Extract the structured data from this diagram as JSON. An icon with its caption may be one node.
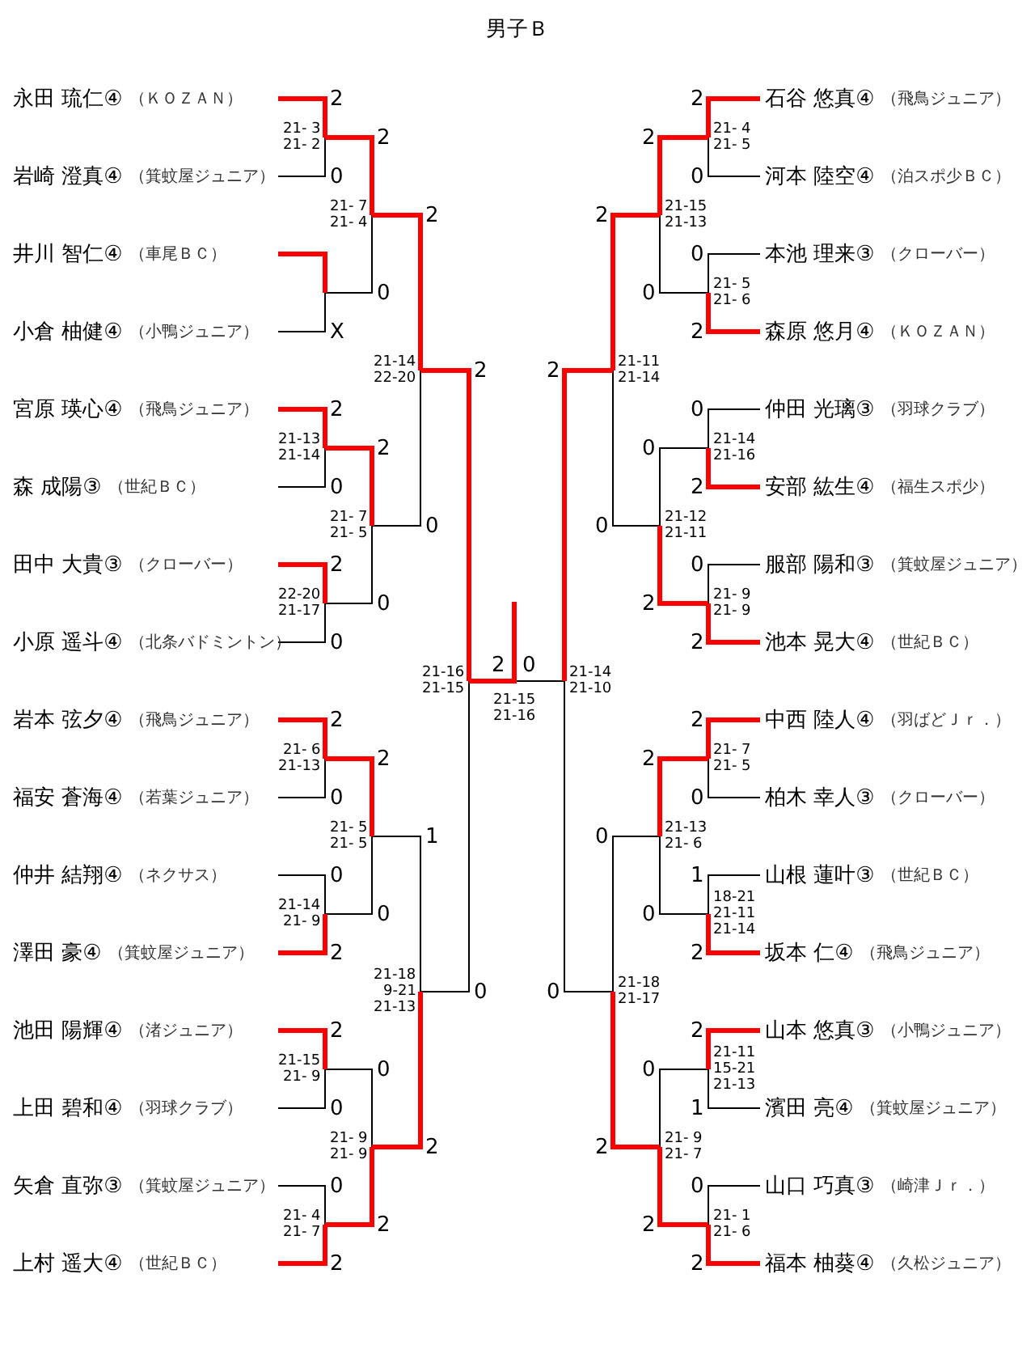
{
  "diagram": {
    "title": "男子Ｂ",
    "nodes": [
      {
        "text": [
          "永田 琉仁④",
          "（ＫＯＺＡＮ）"
        ]
      },
      {
        "text": [
          "岩崎 澄真④",
          "（箕蚊屋ジュニア）"
        ]
      },
      {
        "text": [
          "井川 智仁④",
          "（車尾ＢＣ）"
        ]
      },
      {
        "text": [
          "小倉 柚健④",
          "（小鴨ジュニア）"
        ]
      },
      {
        "text": [
          "宮原 瑛心④",
          "（飛鳥ジュニア）"
        ]
      },
      {
        "text": [
          "森 成陽③",
          "（世紀ＢＣ）"
        ]
      },
      {
        "text": [
          "田中 大貴③",
          "（クローバー）"
        ]
      },
      {
        "text": [
          "小原 遥斗④",
          "（北条バドミントン）"
        ]
      },
      {
        "text": [
          "岩本 弦夕④",
          "（飛鳥ジュニア）"
        ]
      },
      {
        "text": [
          "福安 蒼海④",
          "（若葉ジュニア）"
        ]
      },
      {
        "text": [
          "仲井 結翔④",
          "（ネクサス）"
        ]
      },
      {
        "text": [
          "澤田 豪④",
          "（箕蚊屋ジュニア）"
        ]
      },
      {
        "text": [
          "池田 陽輝④",
          "（渚ジュニア）"
        ]
      },
      {
        "text": [
          "上田 碧和④",
          "（羽球クラブ）"
        ]
      },
      {
        "text": [
          "矢倉 直弥③",
          "（箕蚊屋ジュニア）"
        ]
      },
      {
        "text": [
          "上村 遥大④",
          "（世紀ＢＣ）"
        ]
      },
      {
        "text": [
          "石谷 悠真④",
          "（飛鳥ジュニア）"
        ]
      },
      {
        "text": [
          "河本 陸空④",
          "（泊スポ少ＢＣ）"
        ]
      },
      {
        "text": [
          "本池 理来③",
          "（クローバー）"
        ]
      },
      {
        "text": [
          "森原 悠月④",
          "（ＫＯＺＡＮ）"
        ]
      },
      {
        "text": [
          "仲田 光璃③",
          "（羽球クラブ）"
        ]
      },
      {
        "text": [
          "安部 紘生④",
          "（福生スポ少）"
        ]
      },
      {
        "text": [
          "服部 陽和③",
          "（箕蚊屋ジュニア）"
        ]
      },
      {
        "text": [
          "池本 晃大④",
          "（世紀ＢＣ）"
        ]
      },
      {
        "text": [
          "中西 陸人④",
          "（羽ばどＪｒ．）"
        ]
      },
      {
        "text": [
          "柏木 幸人③",
          "（クローバー）"
        ]
      },
      {
        "text": [
          "山根 蓮叶③",
          "（世紀ＢＣ）"
        ]
      },
      {
        "text": [
          "坂本 仁④",
          "（飛鳥ジュニア）"
        ]
      },
      {
        "text": [
          "山本 悠真③",
          "（小鴨ジュニア）"
        ]
      },
      {
        "text": [
          "濱田 亮④",
          "（箕蚊屋ジュニア）"
        ]
      },
      {
        "text": [
          "山口 巧真③",
          "（崎津Ｊｒ．）"
        ]
      },
      {
        "text": [
          "福本 柚葵④",
          "（久松ジュニア）"
        ]
      }
    ],
    "labels": [
      "2",
      "21- 3",
      "21- 2",
      "0",
      "X",
      "2",
      "21-13",
      "21-14",
      "0",
      "2",
      "22-20",
      "21-17",
      "0",
      "2",
      "21- 6",
      "21-13",
      "0",
      "0",
      "21-14",
      "21- 9",
      "2",
      "2",
      "21-15",
      "21- 9",
      "0",
      "0",
      "21- 4",
      "21- 7",
      "2",
      "2",
      "21- 7",
      "21- 4",
      "0",
      "2",
      "21- 7",
      "21- 5",
      "0",
      "2",
      "21- 5",
      "21- 5",
      "0",
      "0",
      "21- 9",
      "21- 9",
      "2",
      "2",
      "21-14",
      "22-20",
      "0",
      "1",
      "21-18",
      "9-21",
      "21-13",
      "2",
      "2",
      "21-16",
      "21-15",
      "0",
      "2",
      "0",
      "21-15",
      "21-16",
      "2",
      "21-14",
      "21-10",
      "0",
      "2",
      "21-11",
      "21-14",
      "0",
      "0",
      "21-18",
      "21-17",
      "2",
      "2",
      "21-15",
      "21-13",
      "0",
      "0",
      "21-12",
      "21-11",
      "2",
      "2",
      "21-13",
      "21- 6",
      "0",
      "0",
      "21- 9",
      "21- 7",
      "2",
      "2",
      "21- 4",
      "21- 5",
      "0",
      "0",
      "21- 5",
      "21- 6",
      "2",
      "0",
      "21-14",
      "21-16",
      "2",
      "0",
      "21- 9",
      "21- 9",
      "2",
      "2",
      "21- 7",
      "21- 5",
      "0",
      "1",
      "18-21",
      "21-11",
      "21-14",
      "2",
      "2",
      "21-11",
      "15-21",
      "21-13",
      "1",
      "0",
      "21- 1",
      "21- 6",
      "2"
    ]
  }
}
